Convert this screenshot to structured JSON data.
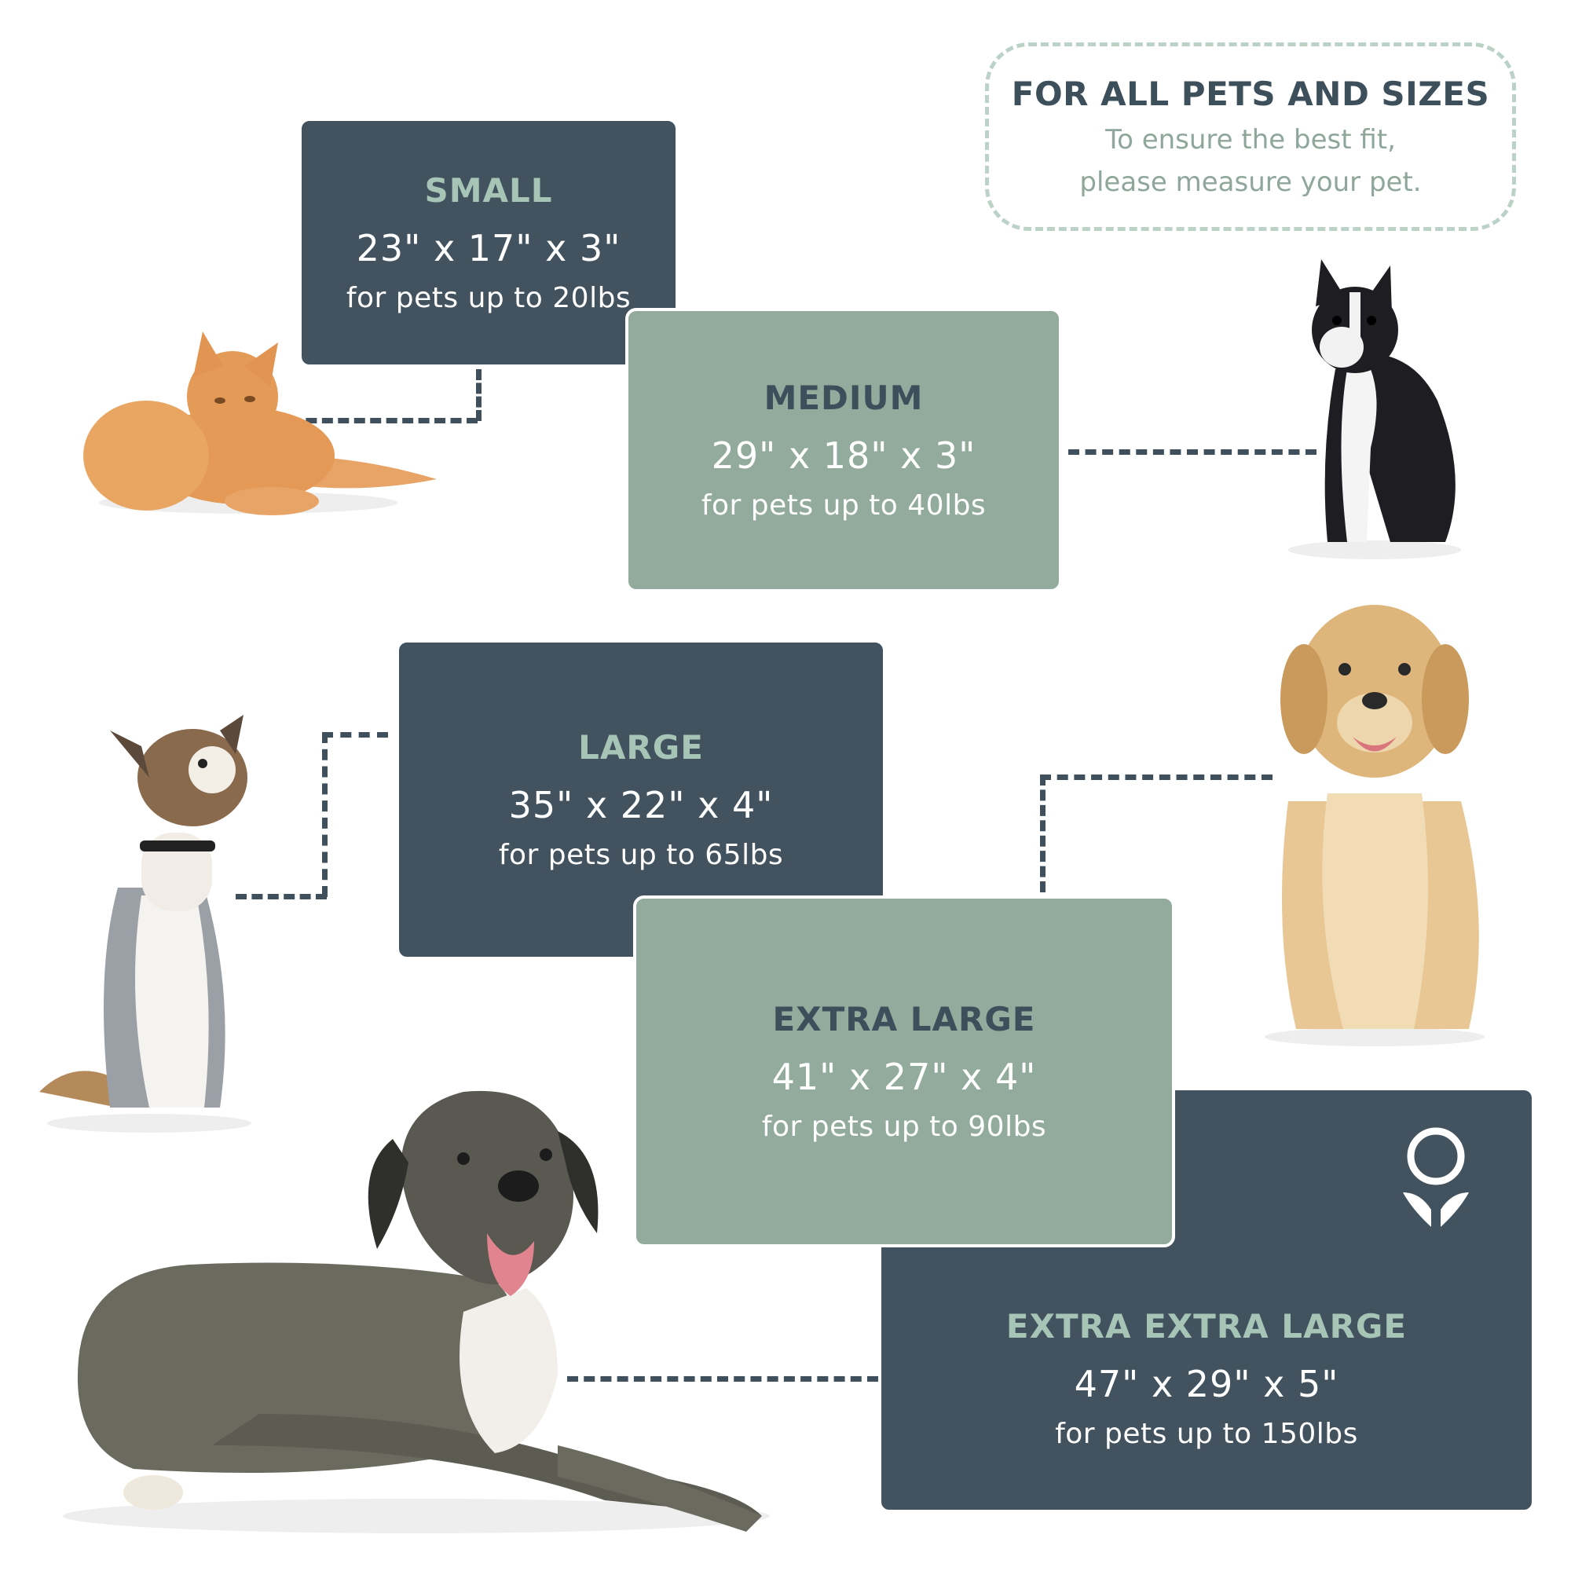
{
  "info": {
    "title": "FOR ALL PETS AND SIZES",
    "line1": "To ensure the best fit,",
    "line2": "please measure your pet."
  },
  "sizes": [
    {
      "title": "SMALL",
      "dims": "23\" x 17\" x 3\"",
      "weight": "for pets up to 20lbs"
    },
    {
      "title": "MEDIUM",
      "dims": "29\" x 18\" x 3\"",
      "weight": "for pets up to 40lbs"
    },
    {
      "title": "LARGE",
      "dims": "35\" x 22\" x 4\"",
      "weight": "for pets up to 65lbs"
    },
    {
      "title": "EXTRA LARGE",
      "dims": "41\" x 27\" x 4\"",
      "weight": "for pets up to 90lbs"
    },
    {
      "title": "EXTRA EXTRA LARGE",
      "dims": "47\" x 29\" x 5\"",
      "weight": "for pets up to 150lbs"
    }
  ],
  "colors": {
    "dark": "#42535f",
    "sage": "#93ab9d",
    "accent": "#a7c5b6"
  },
  "icons": [
    "brand-logo-icon"
  ]
}
